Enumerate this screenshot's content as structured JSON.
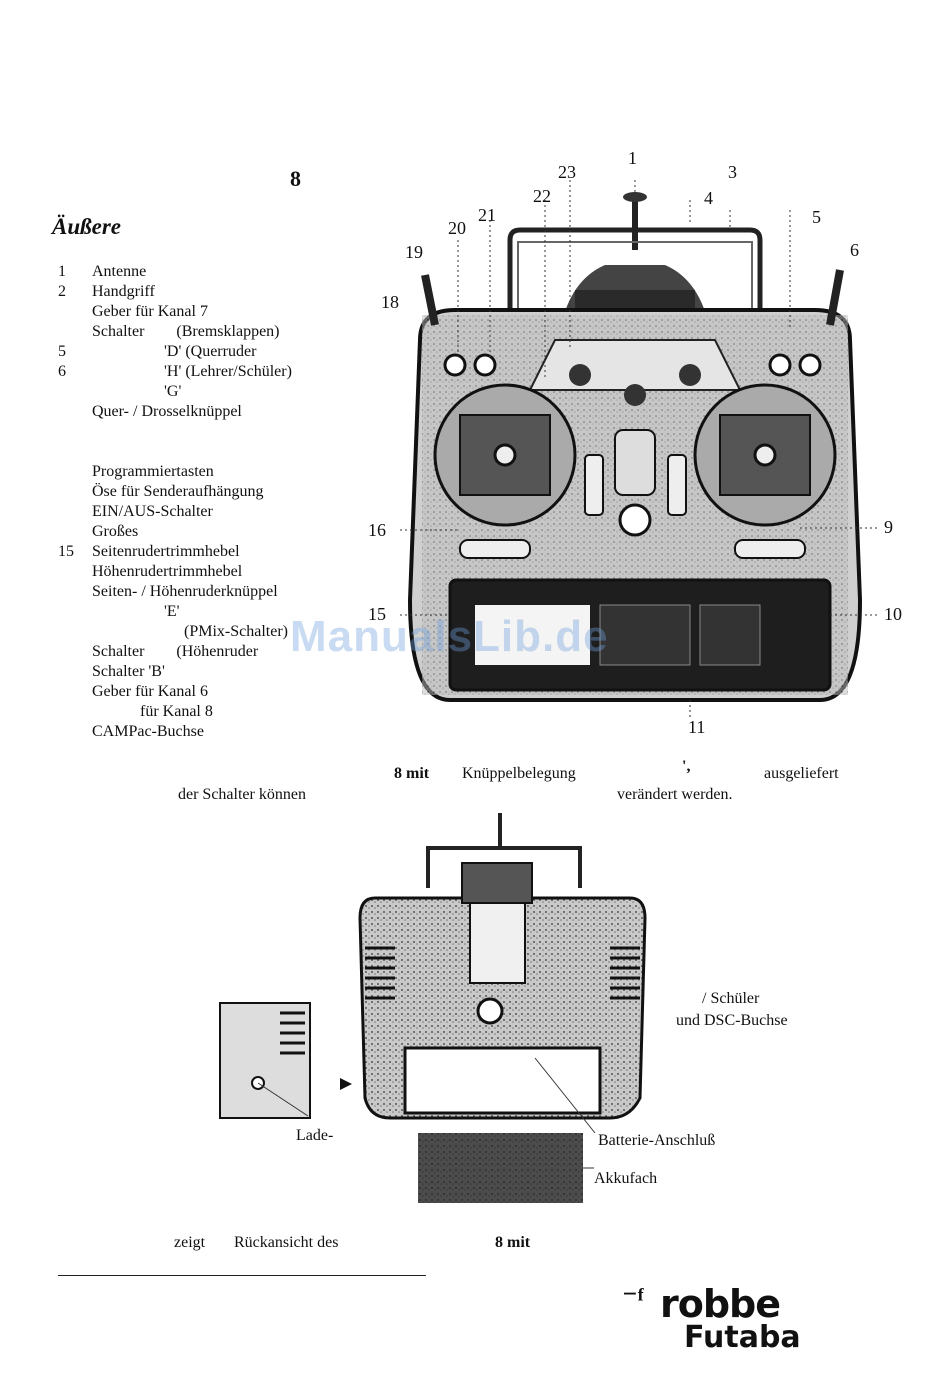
{
  "header": {
    "page_number": "8",
    "section_title": "Äußere"
  },
  "legend": [
    {
      "num": "1",
      "text": "Antenne"
    },
    {
      "num": "2",
      "text": "Handgriff"
    },
    {
      "num": "",
      "text": "Geber für Kanal 7"
    },
    {
      "num": "",
      "text": "Schalter        (Bremsklappen)"
    },
    {
      "num": "5",
      "text": "                  'D' (Querruder"
    },
    {
      "num": "6",
      "text": "                  'H' (Lehrer/Schüler)"
    },
    {
      "num": "",
      "text": "                  'G'"
    },
    {
      "num": "",
      "text": "Quer- / Drosselknüppel"
    },
    {
      "num": "",
      "text": ""
    },
    {
      "num": "",
      "text": ""
    },
    {
      "num": "",
      "text": "Programmiertasten"
    },
    {
      "num": "",
      "text": "Öse für Senderaufhängung"
    },
    {
      "num": "",
      "text": "EIN/AUS-Schalter"
    },
    {
      "num": "",
      "text": "Großes"
    },
    {
      "num": "15",
      "text": "Seitenrudertrimmhebel"
    },
    {
      "num": "",
      "text": "Höhenrudertrimmhebel"
    },
    {
      "num": "",
      "text": "Seiten- / Höhenruderknüppel"
    },
    {
      "num": "",
      "text": "                  'E'"
    },
    {
      "num": "",
      "text": "                       (PMix-Schalter)"
    },
    {
      "num": "",
      "text": "Schalter        (Höhenruder"
    },
    {
      "num": "",
      "text": "Schalter 'B'"
    },
    {
      "num": "",
      "text": "Geber für Kanal 6"
    },
    {
      "num": "",
      "text": "            für Kanal 8"
    },
    {
      "num": "",
      "text": "CAMPac-Buchse"
    }
  ],
  "callouts": [
    "1",
    "3",
    "23",
    "4",
    "22",
    "21",
    "20",
    "5",
    "19",
    "6",
    "18",
    "9",
    "16",
    "15",
    "10",
    "11"
  ],
  "caption_1": {
    "part_a": "8 mit",
    "part_b": "Knüppelbelegung",
    "part_c": "',",
    "part_d": "ausgeliefert",
    "part_e": "der Schalter können",
    "part_f": "verändert werden."
  },
  "rear_labels": {
    "schueler": "/ Schüler",
    "dsc": "und DSC-Buchse",
    "lade": "Lade-",
    "batterie": "Batterie-Anschluß",
    "akkufach": "Akkufach"
  },
  "caption_2": {
    "zeigt": "zeigt",
    "rueck": "Rückansicht des",
    "mit": "8 mit"
  },
  "watermark": "ManualsLib.de",
  "logo": {
    "mark": "⁻ᶠ",
    "brand": "robbe",
    "sub": "Futaba"
  }
}
